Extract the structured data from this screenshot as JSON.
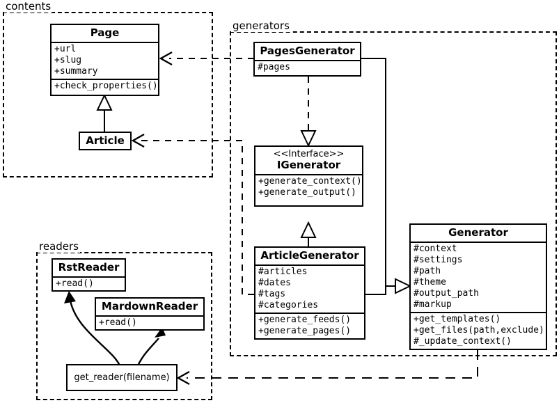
{
  "diagram": {
    "title": "UML class diagram",
    "stroke_color": "#000000",
    "background_color": "#ffffff"
  },
  "packages": [
    {
      "id": "contents",
      "label": "contents"
    },
    {
      "id": "generators",
      "label": "generators"
    },
    {
      "id": "readers",
      "label": "readers"
    }
  ],
  "classes": {
    "page": {
      "name": "Page",
      "attributes": [
        "+url",
        "+slug",
        "+summary"
      ],
      "methods": [
        "+check_properties()"
      ]
    },
    "article": {
      "name": "Article",
      "attributes": [],
      "methods": []
    },
    "pages_generator": {
      "name": "PagesGenerator",
      "attributes": [
        "#pages"
      ],
      "methods": []
    },
    "igenerator": {
      "stereotype": "<<Interface>>",
      "name": "IGenerator",
      "attributes": [],
      "methods": [
        "+generate_context()",
        "+generate_output()"
      ]
    },
    "article_generator": {
      "name": "ArticleGenerator",
      "attributes": [
        "#articles",
        "#dates",
        "#tags",
        "#categories"
      ],
      "methods": [
        "+generate_feeds()",
        "+generate_pages()"
      ]
    },
    "generator": {
      "name": "Generator",
      "attributes": [
        "#context",
        "#settings",
        "#path",
        "#theme",
        "#output_path",
        "#markup"
      ],
      "methods": [
        "+get_templates()",
        "+get_files(path,exclude)",
        "#_update_context()"
      ]
    },
    "rst_reader": {
      "name": "RstReader",
      "attributes": [],
      "methods": [
        "+read()"
      ]
    },
    "mardown_reader": {
      "name": "MardownReader",
      "attributes": [],
      "methods": [
        "+read()"
      ]
    },
    "get_reader": {
      "name": "get_reader(filename)"
    }
  },
  "relationships": [
    {
      "id": "article-inherits-page",
      "type": "generalization",
      "from": "Article",
      "to": "Page"
    },
    {
      "id": "pagesgenerator-realizes-igenerator",
      "type": "realization",
      "from": "PagesGenerator",
      "to": "IGenerator"
    },
    {
      "id": "articlegenerator-realizes-igenerator",
      "type": "realization",
      "from": "ArticleGenerator",
      "to": "IGenerator"
    },
    {
      "id": "pagesgenerator-inherits-generator",
      "type": "generalization",
      "from": "PagesGenerator",
      "to": "Generator"
    },
    {
      "id": "articlegenerator-inherits-generator",
      "type": "generalization",
      "from": "ArticleGenerator",
      "to": "Generator"
    },
    {
      "id": "pagesgenerator-uses-page",
      "type": "dependency",
      "from": "PagesGenerator",
      "to": "Page"
    },
    {
      "id": "articlegenerator-uses-article",
      "type": "dependency",
      "from": "ArticleGenerator",
      "to": "Article"
    },
    {
      "id": "generator-uses-get-reader",
      "type": "dependency",
      "from": "Generator",
      "to": "get_reader(filename)"
    },
    {
      "id": "get-reader-returns-rstreader",
      "type": "association",
      "from": "get_reader(filename)",
      "to": "RstReader"
    },
    {
      "id": "get-reader-returns-mardownreader",
      "type": "association",
      "from": "get_reader(filename)",
      "to": "MardownReader"
    }
  ]
}
